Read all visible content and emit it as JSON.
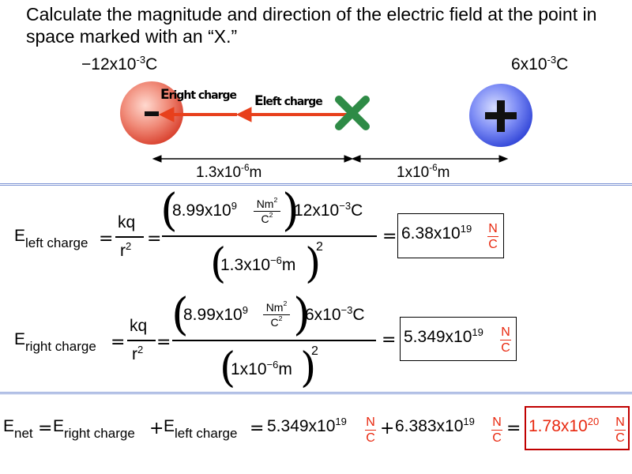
{
  "problem": {
    "text": "Calculate the magnitude and direction of the electric field at the point in space marked with an “X.”"
  },
  "diagram": {
    "left_charge": {
      "exp_label": "−12x10",
      "exp": "-3",
      "unit": "C",
      "sign": "−",
      "color": "#e8584a"
    },
    "right_charge": {
      "exp_label": "6x10",
      "exp": "-3",
      "unit": "C",
      "sign": "+",
      "color": "#3f5fe8"
    },
    "field_right_label": {
      "main": "E",
      "sub": "right charge"
    },
    "field_left_label": {
      "main": "E",
      "sub": "left charge"
    },
    "distance_left": {
      "base": "1.3x10",
      "exp": "-6",
      "unit": "m"
    },
    "distance_right": {
      "base": "1x10",
      "exp": "-6",
      "unit": "m"
    },
    "arrow_color": "#e8401c",
    "x_marker_color": "#2e8b46"
  },
  "equation_left": {
    "lhs_main": "E",
    "lhs_sub": "left charge",
    "eq1": "=",
    "kq": "kq",
    "r": "r",
    "r_exp": "2",
    "eq2": "=",
    "k_base": "8.99x10",
    "k_exp": "9",
    "unit_num": "Nm",
    "unit_num_exp": "2",
    "unit_den": "C",
    "unit_den_exp": "2",
    "q_base": "12x10",
    "q_exp": "−3",
    "q_unit": "C",
    "r_base": "1.3x10",
    "r_val_exp": "−6",
    "r_unit": "m",
    "r_sq": "2",
    "eq3": "=",
    "result_base": "6.38x10",
    "result_exp": "19",
    "result_unit_num": "N",
    "result_unit_den": "C"
  },
  "equation_right": {
    "lhs_main": "E",
    "lhs_sub": "right charge",
    "eq1": "=",
    "kq": "kq",
    "r": "r",
    "r_exp": "2",
    "eq2": "=",
    "k_base": "8.99x10",
    "k_exp": "9",
    "unit_num": "Nm",
    "unit_num_exp": "2",
    "unit_den": "C",
    "unit_den_exp": "2",
    "q_base": "6x10",
    "q_exp": "−3",
    "q_unit": "C",
    "r_base": "1x10",
    "r_val_exp": "−6",
    "r_unit": "m",
    "r_sq": "2",
    "eq3": "=",
    "result_base": "5.349x10",
    "result_exp": "19",
    "result_unit_num": "N",
    "result_unit_den": "C"
  },
  "equation_net": {
    "lhs_main": "E",
    "lhs_sub": "net",
    "eq1": "=",
    "t1_main": "E",
    "t1_sub": "right charge",
    "plus1": "+",
    "t2_main": "E",
    "t2_sub": "left charge",
    "eq2": "=",
    "v1_base": "5.349x10",
    "v1_exp": "19",
    "u1_num": "N",
    "u1_den": "C",
    "plus2": "+",
    "v2_base": "6.383x10",
    "v2_exp": "19",
    "u2_num": "N",
    "u2_den": "C",
    "eq3": "=",
    "result_base": "1.78x10",
    "result_exp": "20",
    "result_unit_num": "N",
    "result_unit_den": "C"
  }
}
